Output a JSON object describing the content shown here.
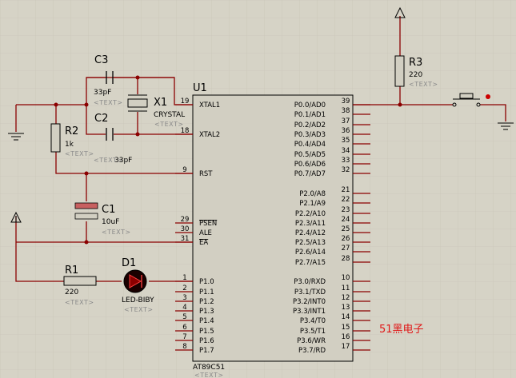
{
  "colors": {
    "background": "#d6d3c6",
    "wire": "#8b0000",
    "body_fill": "#d2cfc2",
    "text_placeholder": "#8a8a8a",
    "watermark": "#e01818",
    "pin_dot": "#cc0000"
  },
  "placeholder_text": "<TEXT>",
  "watermark": "51黑电子",
  "u1": {
    "ref": "U1",
    "part": "AT89C51",
    "left_pins": [
      {
        "num": "19",
        "name": "XTAL1"
      },
      {
        "num": "18",
        "name": "XTAL2"
      },
      {
        "num": "9",
        "name": "RST"
      },
      {
        "num": "29",
        "name": "PSEN"
      },
      {
        "num": "30",
        "name": "ALE"
      },
      {
        "num": "31",
        "name": "EA"
      },
      {
        "num": "1",
        "name": "P1.0"
      },
      {
        "num": "2",
        "name": "P1.1"
      },
      {
        "num": "3",
        "name": "P1.2"
      },
      {
        "num": "4",
        "name": "P1.3"
      },
      {
        "num": "5",
        "name": "P1.4"
      },
      {
        "num": "6",
        "name": "P1.5"
      },
      {
        "num": "7",
        "name": "P1.6"
      },
      {
        "num": "8",
        "name": "P1.7"
      }
    ],
    "right_pins": [
      {
        "num": "39",
        "name": "P0.0/AD0"
      },
      {
        "num": "38",
        "name": "P0.1/AD1"
      },
      {
        "num": "37",
        "name": "P0.2/AD2"
      },
      {
        "num": "36",
        "name": "P0.3/AD3"
      },
      {
        "num": "35",
        "name": "P0.4/AD4"
      },
      {
        "num": "34",
        "name": "P0.5/AD5"
      },
      {
        "num": "33",
        "name": "P0.6/AD6"
      },
      {
        "num": "32",
        "name": "P0.7/AD7"
      },
      {
        "num": "21",
        "name": "P2.0/A8"
      },
      {
        "num": "22",
        "name": "P2.1/A9"
      },
      {
        "num": "23",
        "name": "P2.2/A10"
      },
      {
        "num": "24",
        "name": "P2.3/A11"
      },
      {
        "num": "25",
        "name": "P2.4/A12"
      },
      {
        "num": "26",
        "name": "P2.5/A13"
      },
      {
        "num": "27",
        "name": "P2.6/A14"
      },
      {
        "num": "28",
        "name": "P2.7/A15"
      },
      {
        "num": "10",
        "name": "P3.0/RXD"
      },
      {
        "num": "11",
        "name": "P3.1/TXD"
      },
      {
        "num": "12",
        "name": "P3.2/INT0"
      },
      {
        "num": "13",
        "name": "P3.3/INT1"
      },
      {
        "num": "14",
        "name": "P3.4/T0"
      },
      {
        "num": "15",
        "name": "P3.5/T1"
      },
      {
        "num": "16",
        "name": "P3.6/WR"
      },
      {
        "num": "17",
        "name": "P3.7/RD"
      }
    ]
  },
  "c1": {
    "ref": "C1",
    "value": "10uF"
  },
  "c2": {
    "ref": "C2",
    "value": "33pF"
  },
  "c3": {
    "ref": "C3",
    "value": "33pF"
  },
  "x1": {
    "ref": "X1",
    "value": "CRYSTAL"
  },
  "r1": {
    "ref": "R1",
    "value": "220"
  },
  "r2": {
    "ref": "R2",
    "value": "1k"
  },
  "r3": {
    "ref": "R3",
    "value": "220"
  },
  "d1": {
    "ref": "D1",
    "value": "LED-BIBY"
  }
}
